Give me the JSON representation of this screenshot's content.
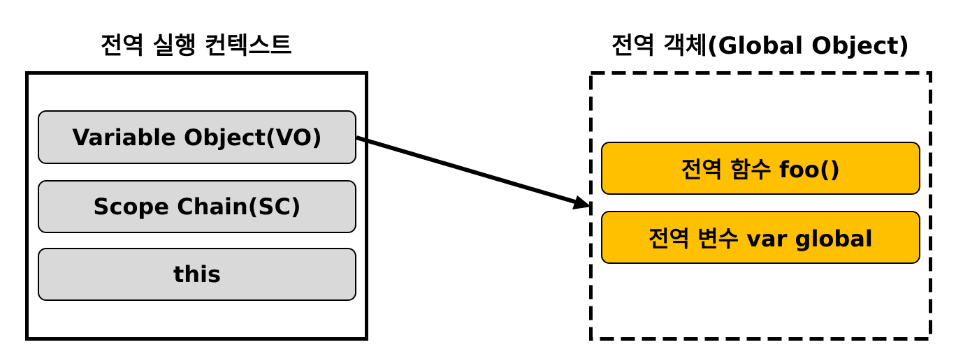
{
  "left": {
    "title": "전역 실행 컨텍스트",
    "items": [
      {
        "label": "Variable Object(VO)"
      },
      {
        "label": "Scope Chain(SC)"
      },
      {
        "label": "this"
      }
    ]
  },
  "right": {
    "title": "전역 객체(Global Object)",
    "items": [
      {
        "label": "전역 함수 foo()"
      },
      {
        "label": "전역 변수 var global"
      }
    ]
  },
  "colors": {
    "left_box_fill": "#d9d9d9",
    "right_box_fill": "#ffc000",
    "stroke": "#000000"
  }
}
